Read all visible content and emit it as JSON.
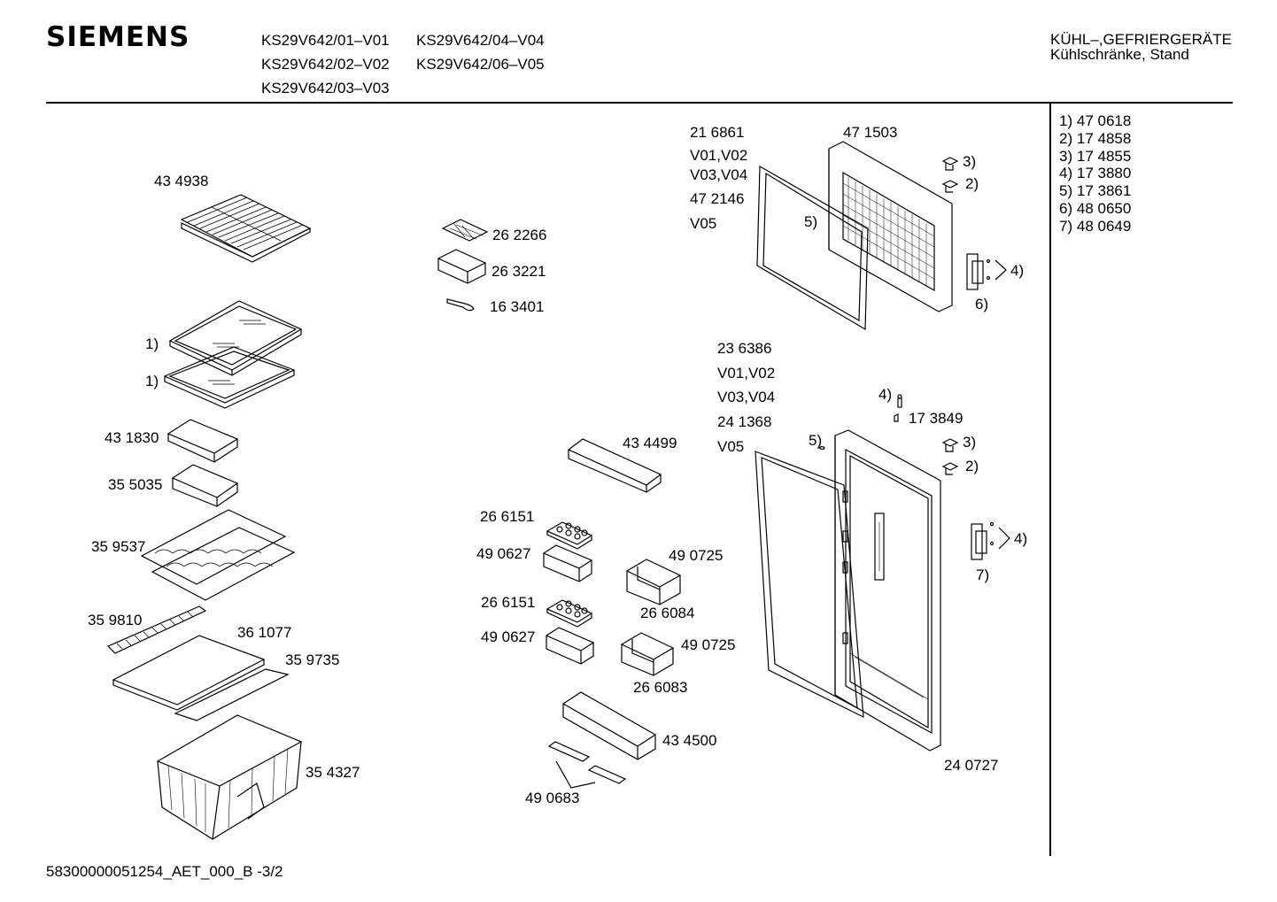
{
  "header": {
    "brand": "SIEMENS",
    "models": [
      "KS29V642/01–V01",
      "KS29V642/04–V04",
      "KS29V642/02–V02",
      "KS29V642/06–V05",
      "KS29V642/03–V03"
    ],
    "category_line1": "KÜHL–,GEFRIERGERÄTE",
    "category_line2": "Kühlschränke, Stand"
  },
  "legend": [
    {
      "ref": "1)",
      "part": "47 0618"
    },
    {
      "ref": "2)",
      "part": "17 4858"
    },
    {
      "ref": "3)",
      "part": "17 4855"
    },
    {
      "ref": "4)",
      "part": "17 3880"
    },
    {
      "ref": "5)",
      "part": "17 3861"
    },
    {
      "ref": "6)",
      "part": "48 0650"
    },
    {
      "ref": "7)",
      "part": "48 0649"
    }
  ],
  "parts": {
    "wire_shelf": "43 4938",
    "glass_shelf_ref_a": "1)",
    "glass_shelf_ref_b": "1)",
    "chiller_tray": "43 1830",
    "small_drawer": "35 5035",
    "bottle_rack": "35 9537",
    "vent_strip": "35 9810",
    "glass_plate": "36 1077",
    "front_strip": "35 9735",
    "crisper_bin": "35 4327",
    "ice_tray": "26 2266",
    "box": "26 3221",
    "scraper": "16 3401",
    "door_shelf_top": "43 4499",
    "egg_tray_a": "26 6151",
    "butter_box_a": "49 0627",
    "holder_a": "49 0725",
    "cover_a": "26 6084",
    "egg_tray_b": "26 6151",
    "butter_box_b": "49 0627",
    "holder_b": "49 0725",
    "cover_b": "26 6083",
    "door_shelf_bottom": "43 4500",
    "bottle_clips": "49 0683",
    "freezer_seal_v0102": "21 6861",
    "freezer_seal_v0102_variants": "V01,V02",
    "freezer_seal_v0304_variants": "V03,V04",
    "freezer_seal_v0304": "47 2146",
    "freezer_seal_v05_variant": "V05",
    "freezer_door": "47 1503",
    "freezer_ref3": "3)",
    "freezer_ref2": "2)",
    "freezer_ref5": "5)",
    "freezer_ref4": "4)",
    "freezer_ref6": "6)",
    "fridge_seal_v0102": "23 6386",
    "fridge_seal_v0102_variants": "V01,V02",
    "fridge_seal_v0304_variants": "V03,V04",
    "fridge_seal_v0304": "24 1368",
    "fridge_seal_v05_variant": "V05",
    "fridge_ref4": "4)",
    "hinge_pin": "17 3849",
    "fridge_ref5": "5)",
    "fridge_ref3": "3)",
    "fridge_ref2": "2)",
    "fridge_ref4b": "4)",
    "fridge_ref7": "7)",
    "fridge_door": "24 0727"
  },
  "footer": {
    "doc_id": "58300000051254_AET_000_B -3/2"
  }
}
